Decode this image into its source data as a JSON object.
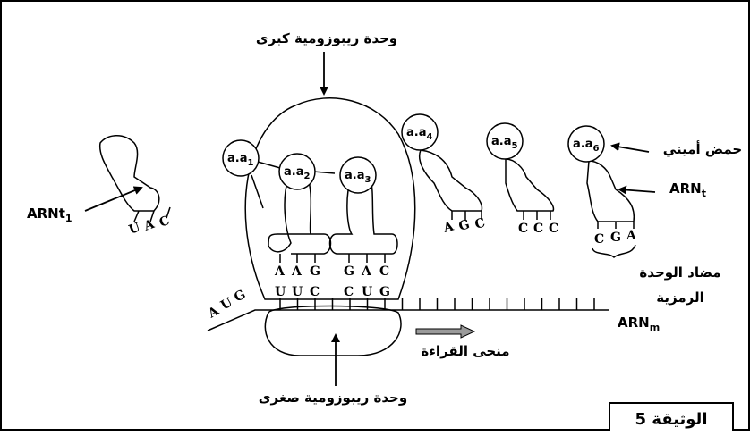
{
  "labels": {
    "large_subunit": "وحدة ريبوزومية كبرى",
    "small_subunit": "وحدة ريبوزومية صغرى",
    "amino_acid": "حمض أميني",
    "anticodon_line1": "مضاد الوحدة",
    "anticodon_line2": "الرمزية",
    "reading_direction": "منحى القراءة",
    "trna_base": "ARN",
    "trna_sub": "t",
    "trna1_base": "ARNt",
    "trna1_sub": "1",
    "mrna_base": "ARN",
    "mrna_sub": "m",
    "document": "الوثيقة 5"
  },
  "amino_acids": [
    {
      "base": "a.a",
      "sub": "1"
    },
    {
      "base": "a.a",
      "sub": "2"
    },
    {
      "base": "a.a",
      "sub": "3"
    },
    {
      "base": "a.a",
      "sub": "4"
    },
    {
      "base": "a.a",
      "sub": "5"
    },
    {
      "base": "a.a",
      "sub": "6"
    }
  ],
  "anticodons": {
    "trna_free_left": [
      "U",
      "A",
      "C"
    ],
    "trna_p_site": [
      "A",
      "A",
      "G"
    ],
    "trna_a_site": [
      "G",
      "A",
      "C"
    ],
    "trna_4": [
      "A",
      "G",
      "C"
    ],
    "trna_5": [
      "C",
      "C",
      "C"
    ],
    "trna_6": [
      "C",
      "G",
      "A"
    ]
  },
  "mrna_codons": {
    "start": [
      "A",
      "U",
      "G"
    ],
    "p_site": [
      "U",
      "U",
      "C"
    ],
    "a_site": [
      "C",
      "U",
      "G"
    ]
  }
}
